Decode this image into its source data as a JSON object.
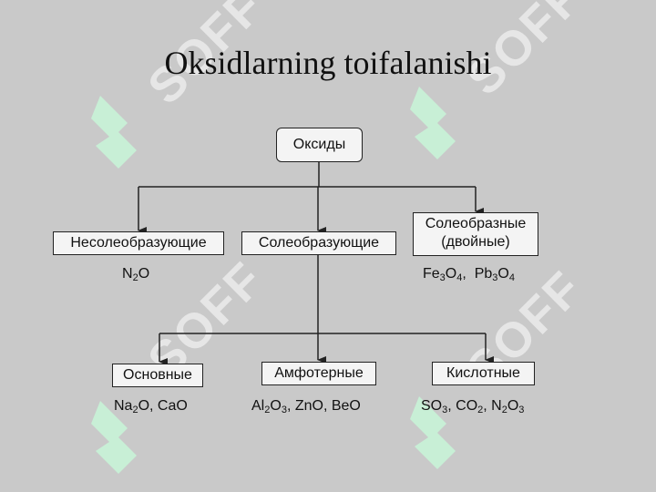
{
  "title": "Oksidlarning toifalanishi",
  "watermark": {
    "text": "SOFF",
    "color": "#e8e8e8",
    "mark_color": "#c8efd6"
  },
  "diagram": {
    "root": {
      "label": "Оксиды"
    },
    "level1": [
      {
        "label": "Несолеобразующие",
        "example": [
          [
            "N",
            "2"
          ],
          [
            "O",
            ""
          ]
        ]
      },
      {
        "label": "Солеобразующие"
      },
      {
        "label_line1": "Солеобразные",
        "label_line2": "(двойные)",
        "example": [
          [
            "Fe",
            "3"
          ],
          [
            "O",
            "4"
          ],
          [
            ",  Pb",
            "3"
          ],
          [
            "O",
            "4"
          ]
        ]
      }
    ],
    "level2": [
      {
        "label": "Основные",
        "example": [
          [
            "Na",
            "2"
          ],
          [
            "O, CaO",
            ""
          ]
        ]
      },
      {
        "label": "Амфотерные",
        "example": [
          [
            "Al",
            "2"
          ],
          [
            "O",
            "3"
          ],
          [
            ", ZnO, BeO",
            ""
          ]
        ]
      },
      {
        "label": "Кислотные",
        "example": [
          [
            "SO",
            "3"
          ],
          [
            ", CO",
            "2"
          ],
          [
            ", N",
            "2"
          ],
          [
            "O",
            "3"
          ]
        ]
      }
    ]
  }
}
